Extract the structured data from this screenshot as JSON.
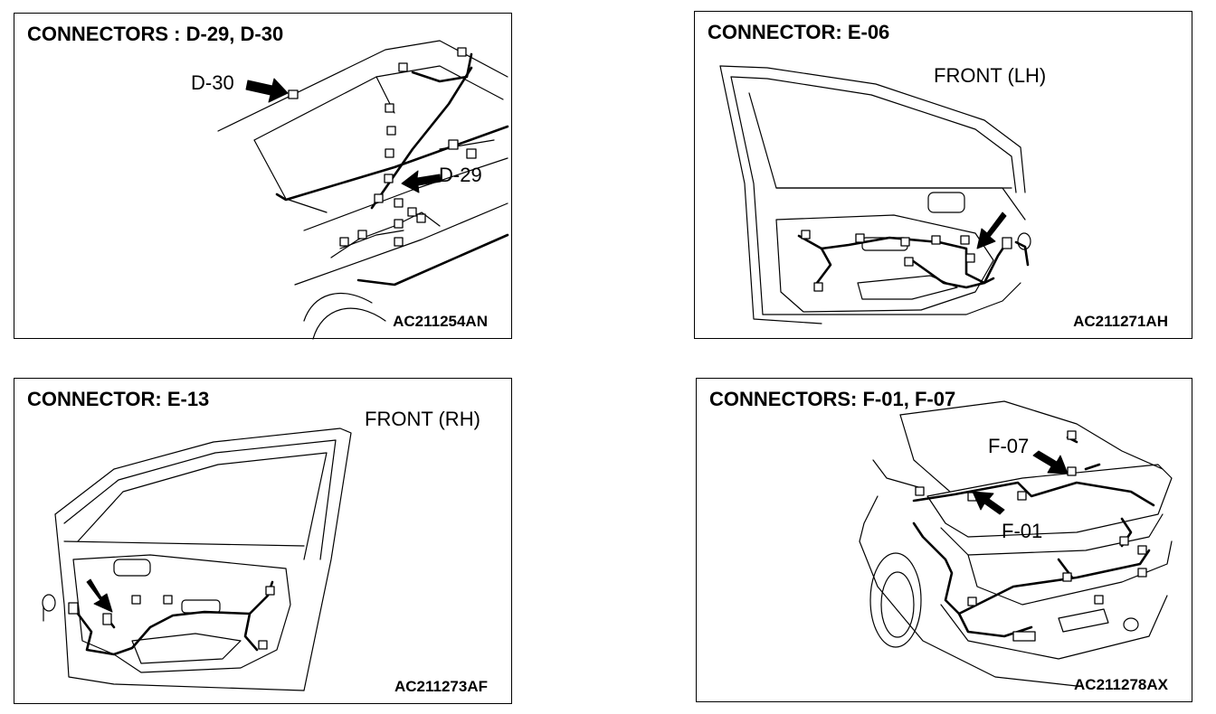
{
  "panels": [
    {
      "title": "CONNECTORS : D-29, D-30",
      "code": "AC211254AN",
      "callouts": [
        "D-30",
        "D-29"
      ]
    },
    {
      "title": "CONNECTOR: E-06",
      "side": "FRONT (LH)",
      "code": "AC211271AH"
    },
    {
      "title": "CONNECTOR: E-13",
      "side": "FRONT (RH)",
      "code": "AC211273AF"
    },
    {
      "title": "CONNECTORS: F-01, F-07",
      "code": "AC211278AX",
      "callouts": [
        "F-07",
        "F-01"
      ]
    }
  ]
}
